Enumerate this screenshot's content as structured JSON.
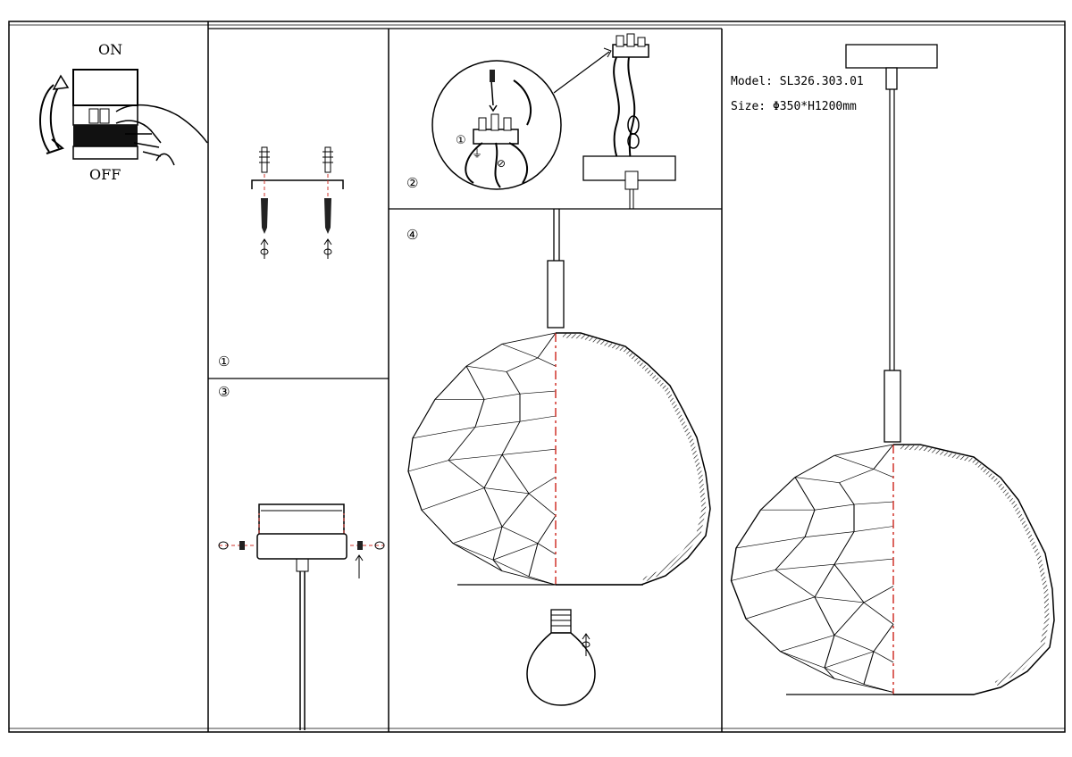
{
  "switch": {
    "on_label": "ON",
    "off_label": "OFF"
  },
  "steps": {
    "step1": "①",
    "step2": "②",
    "step3": "③",
    "step4": "④",
    "wire_ground": "⏚",
    "wire_neutral": "⊘",
    "wire_step": "①"
  },
  "spec": {
    "model_label": "Model:",
    "model_value": "SL326.303.01",
    "size_label": "Size:",
    "size_value": "Φ350*H1200mm"
  },
  "colors": {
    "line": "#000000",
    "accent": "#d0342c"
  }
}
